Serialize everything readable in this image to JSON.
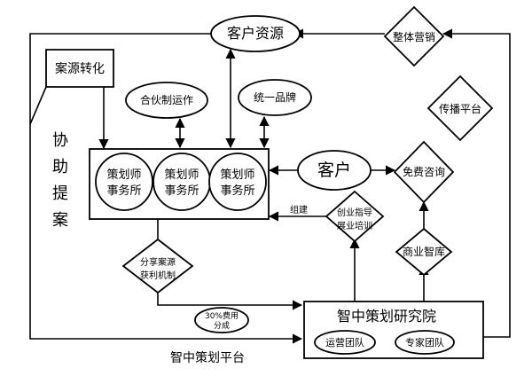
{
  "nodes": {
    "customer_source": "客户资源",
    "overall_marketing": "整体营销",
    "lead_conversion": "案源转化",
    "partnership": "合伙制运作",
    "unified_brand": "统一品牌",
    "spread_platform": "传播平台",
    "assist_cases": [
      "协",
      "助",
      "提",
      "案"
    ],
    "planner_office": [
      "策划师",
      "事务所"
    ],
    "customer": "客户",
    "free_consult": "免费咨询",
    "build": "组建",
    "training": [
      "创业指导",
      "展业培训"
    ],
    "business_library": "商业智库",
    "share_profit": [
      "分享案源",
      "获利机制"
    ],
    "fee_share": [
      "30%费用",
      "分成"
    ],
    "institute": "智中策划研究院",
    "operation_team": "运营团队",
    "expert_team": "专家团队",
    "platform": "智中策划平台"
  }
}
